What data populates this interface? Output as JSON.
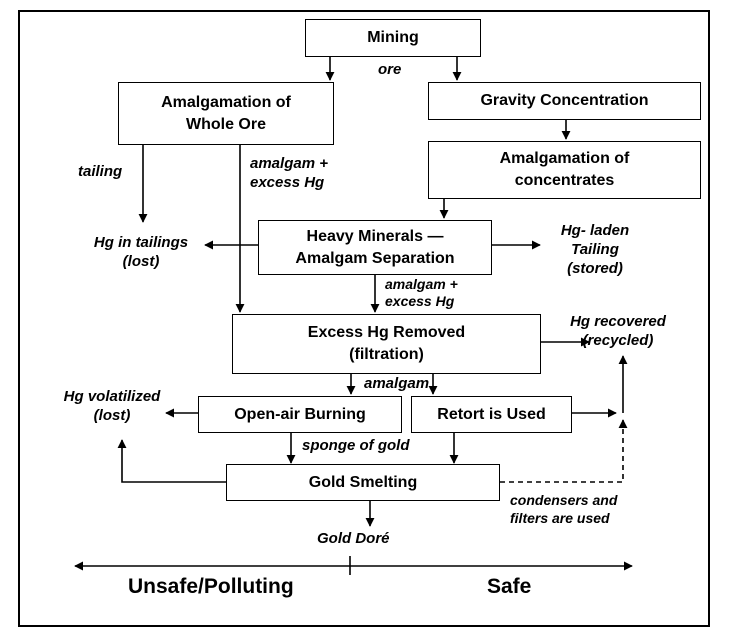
{
  "boxes": {
    "mining": "Mining",
    "amalgamation_whole_ore": "Amalgamation of\nWhole Ore",
    "gravity_concentration": "Gravity Concentration",
    "amalgamation_concentrates": "Amalgamation of\nconcentrates",
    "heavy_minerals_separation": "Heavy Minerals —\nAmalgam Separation",
    "excess_hg_removed": "Excess Hg Removed\n(filtration)",
    "open_air_burning": "Open-air Burning",
    "retort_used": "Retort is Used",
    "gold_smelting": "Gold Smelting"
  },
  "labels": {
    "ore": "ore",
    "tailing": "tailing",
    "amalgam_excess_1": "amalgam +\nexcess Hg",
    "amalgam_excess_2": "amalgam +\nexcess Hg",
    "hg_in_tailings": "Hg in tailings\n(lost)",
    "hg_laden_tailing": "Hg- laden\nTailing\n(stored)",
    "hg_recovered": "Hg recovered\n(recycled)",
    "amalgam": "amalgam",
    "hg_volatilized": "Hg volatilized\n(lost)",
    "sponge_of_gold": "sponge of gold",
    "condensers_filters": "condensers and\nfilters are used",
    "gold_dore": "Gold Doré"
  },
  "scale": {
    "left": "Unsafe/Polluting",
    "right": "Safe"
  }
}
